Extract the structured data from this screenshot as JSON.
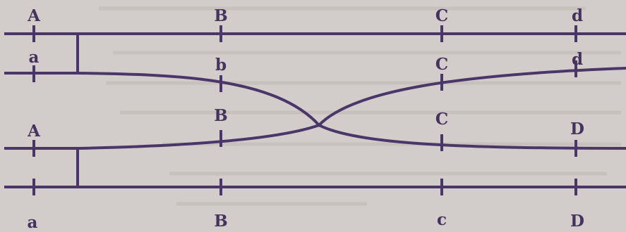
{
  "diagram": {
    "line_color": "#4a3668",
    "background": "#d2cdca",
    "rows": [
      {
        "id": "row1",
        "labels": [
          "A",
          "B",
          "C",
          "d"
        ]
      },
      {
        "id": "row2",
        "labels": [
          "a",
          "b",
          "C",
          "d"
        ]
      },
      {
        "id": "row3",
        "labels": [
          "A",
          "B",
          "C",
          "D"
        ]
      },
      {
        "id": "row4",
        "labels": [
          "a",
          "B",
          "c",
          "D"
        ]
      }
    ]
  }
}
